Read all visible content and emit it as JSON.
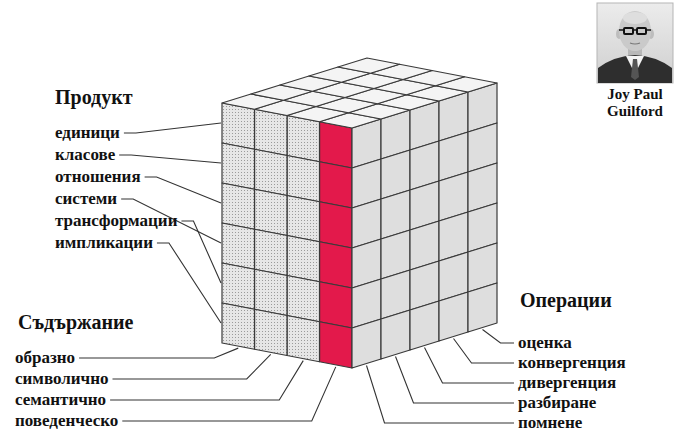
{
  "diagram": {
    "labels": [
      "Продукт",
      "единици",
      "класове",
      "отношения",
      "системи",
      "трансформации",
      "импликации",
      "Съдържание",
      "образно",
      "символично",
      "семантично",
      "поведенческо",
      "Операции",
      "оценка",
      "конвергенция",
      "дивергенция",
      "разбиране",
      "помнене",
      "Joy Paul Guilford"
    ]
  }
}
